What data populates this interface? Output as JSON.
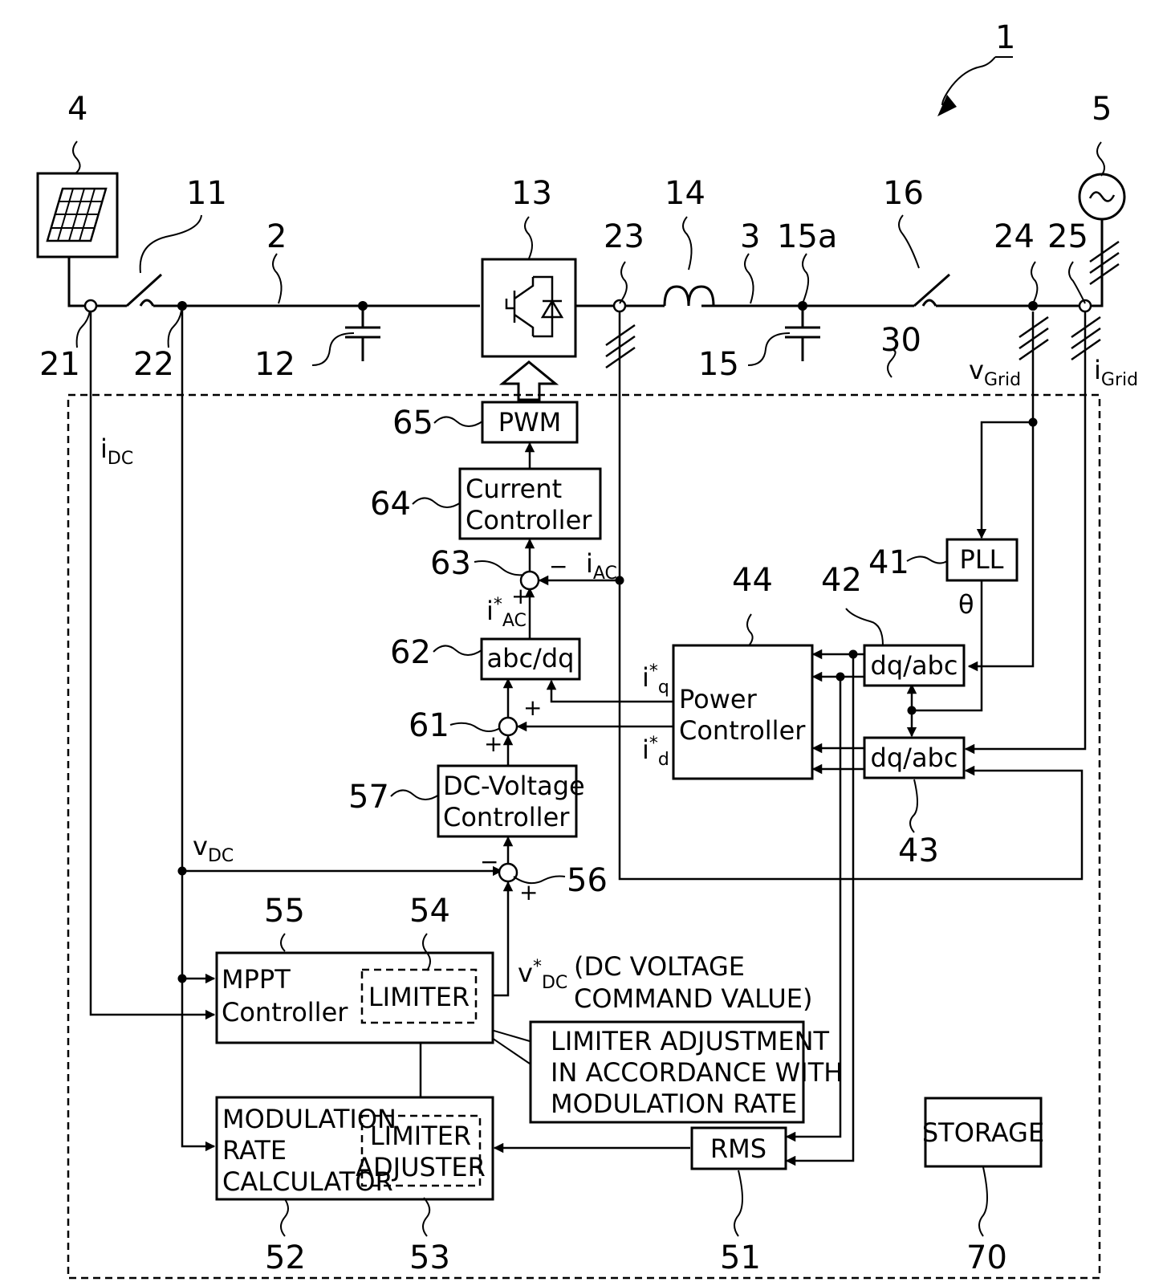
{
  "refs": {
    "r1": "1",
    "r4": "4",
    "r5": "5",
    "r11": "11",
    "r2": "2",
    "r13": "13",
    "r14": "14",
    "r3": "3",
    "r15a": "15a",
    "r16": "16",
    "r23": "23",
    "r24": "24",
    "r25": "25",
    "r21": "21",
    "r22": "22",
    "r12": "12",
    "r15": "15",
    "r30": "30",
    "r65": "65",
    "r64": "64",
    "r63": "63",
    "r62": "62",
    "r61": "61",
    "r57": "57",
    "r56": "56",
    "r55": "55",
    "r54": "54",
    "r52": "52",
    "r53": "53",
    "r51": "51",
    "r70": "70",
    "r41": "41",
    "r42": "42",
    "r43": "43",
    "r44": "44"
  },
  "signals": {
    "v": "v",
    "i": "i",
    "grid_sub": "Grid",
    "dc_sub": "DC",
    "ac_sub": "AC",
    "q_sub": "q",
    "d_sub": "d",
    "star": "*",
    "theta": "θ",
    "plus": "+",
    "minus": "−"
  },
  "blocks": {
    "pwm": "PWM",
    "current_controller": [
      "Current",
      "Controller"
    ],
    "abc_dq": "abc/dq",
    "dc_voltage_controller": [
      "DC-Voltage",
      "Controller"
    ],
    "power_controller": [
      "Power",
      "Controller"
    ],
    "dq_abc": "dq/abc",
    "pll": "PLL",
    "mppt_controller": [
      "MPPT",
      "Controller"
    ],
    "limiter": "LIMITER",
    "modulation_rate_calculator": [
      "MODULATION",
      "RATE",
      "CALCULATOR"
    ],
    "limiter_adjuster": [
      "LIMITER",
      "ADJUSTER"
    ],
    "rms": "RMS",
    "storage": "STORAGE"
  },
  "notes": {
    "dc_voltage_command": [
      "(DC VOLTAGE",
      "COMMAND VALUE)"
    ],
    "limiter_adjustment": [
      "LIMITER ADJUSTMENT",
      "IN ACCORDANCE WITH",
      "MODULATION RATE"
    ]
  }
}
